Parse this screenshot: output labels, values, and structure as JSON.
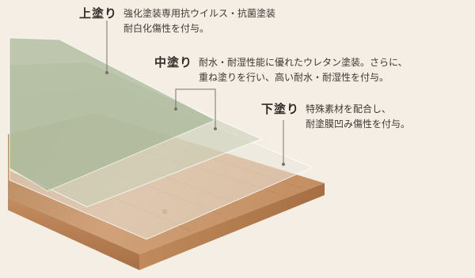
{
  "layers": {
    "top": {
      "title": "上塗り",
      "lines": [
        "強化塗装専用抗ウイルス・抗菌塗装",
        "耐白化傷性を付与。"
      ]
    },
    "middle": {
      "title": "中塗り",
      "lines": [
        "耐水・耐湿性能に優れたウレタン塗装。さらに、",
        "重ね塗りを行い、高い耐水・耐湿性を付与。"
      ]
    },
    "bottom": {
      "title": "下塗り",
      "lines": [
        "特殊素材を配合し、",
        "耐塗膜凹み傷性を付与。"
      ]
    }
  },
  "colors": {
    "background": "#f4eee5",
    "wood": "#c9966a",
    "wood_edge": "#b07c50",
    "top_film": "#a9b89a",
    "middle_film": "#c3cbb2",
    "bottom_film": "#e6e3d9",
    "leader_line": "#7a7166"
  }
}
